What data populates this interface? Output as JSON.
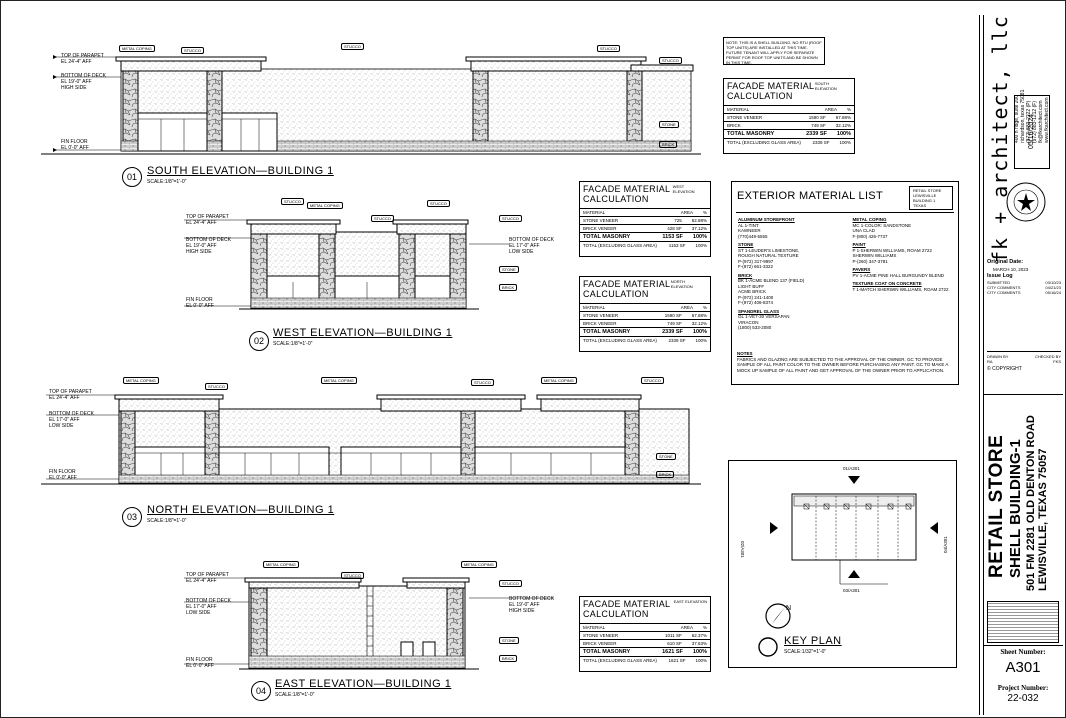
{
  "elevations": [
    {
      "num": "01",
      "title": "SOUTH ELEVATION—BUILDING 1",
      "scale": "SCALE:1/8\"=1'-0\"",
      "labels": {
        "parapet": "TOP OF PARAPET",
        "parapet_el": "EL 24'-4\" AFF",
        "deck": "BOTTOM OF DECK",
        "deck_el": "EL 19'-0\" AFF",
        "deck_note": "HIGH SIDE",
        "floor": "FIN FLOOR",
        "floor_el": "EL 0'-0\" AFF"
      }
    },
    {
      "num": "02",
      "title": "WEST ELEVATION—BUILDING 1",
      "scale": "SCALE:1/8\"=1'-0\"",
      "labels": {
        "parapet": "TOP OF PARAPET",
        "parapet_el": "EL 24'-4\" AFF",
        "deck": "BOTTOM OF DECK",
        "deck_el": "EL 19'-0\" AFF",
        "deck_note": "HIGH SIDE",
        "deck2": "BOTTOM OF DECK",
        "deck2_el": "EL 17'-0\" AFF",
        "deck2_note": "LOW SIDE",
        "floor": "FIN FLOOR",
        "floor_el": "EL 0'-0\" AFF"
      }
    },
    {
      "num": "03",
      "title": "NORTH ELEVATION—BUILDING 1",
      "scale": "SCALE:1/8\"=1'-0\"",
      "labels": {
        "parapet": "TOP OF PARAPET",
        "parapet_el": "EL 24'-4\" AFF",
        "deck": "BOTTOM OF DECK",
        "deck_el": "EL 17'-0\" AFF",
        "deck_note": "LOW SIDE",
        "floor": "FIN FLOOR",
        "floor_el": "EL 0'-0\" AFF"
      }
    },
    {
      "num": "04",
      "title": "EAST ELEVATION—BUILDING 1",
      "scale": "SCALE:1/8\"=1'-0\"",
      "labels": {
        "parapet": "TOP OF PARAPET",
        "parapet_el": "EL 24'-4\" AFF",
        "deck": "BOTTOM OF DECK",
        "deck_el": "EL 17'-0\" AFF",
        "deck_note": "LOW SIDE",
        "deck2": "BOTTOM OF DECK",
        "deck2_el": "EL 19'-0\" AFF",
        "deck2_note": "HIGH SIDE",
        "floor": "FIN FLOOR",
        "floor_el": "EL 0'-0\" AFF"
      }
    }
  ],
  "tags": {
    "metal_coping": "METAL COPING",
    "stucco": "STUCCO",
    "stone": "STONE",
    "brick": "BRICK"
  },
  "shell_note": "NOTE: THIS IS A SHELL BUILDING. NO RTU (ROOF TOP UNITS) ARE INSTALLED AT THIS TIME. FUTURE TENANT WILL APPLY FOR SEPARATE PERMIT FOR ROOF TOP UNITS AND BE SHOWN IN THIS TIME.",
  "facade_tables": [
    {
      "title": "FACADE MATERIAL CALCULATION",
      "tag": "SOUTH ELEVATION",
      "hdr": [
        "MATERIAL",
        "AREA",
        "%"
      ],
      "rows": [
        [
          "STONE VENEER",
          "1590 SF",
          "67.88%"
        ],
        [
          "BRICK",
          "749 SF",
          "32.12%"
        ]
      ],
      "total": [
        "TOTAL MASONRY",
        "2339 SF",
        "100%"
      ],
      "excl": [
        "TOTAL (EXCLUDING GLASS AREA)",
        "2339 SF",
        "100%"
      ]
    },
    {
      "title": "FACADE MATERIAL CALCULATION",
      "tag": "WEST ELEVATION",
      "hdr": [
        "MATERIAL",
        "AREA",
        "%"
      ],
      "rows": [
        [
          "STONE VENEER",
          "725",
          "62.88%"
        ],
        [
          "BRICK VENEER",
          "428 SF",
          "37.12%"
        ]
      ],
      "total": [
        "TOTAL MASONRY",
        "1153 SF",
        "100%"
      ],
      "excl": [
        "TOTAL (EXCLUDING GLASS AREA)",
        "1153 SF",
        "100%"
      ]
    },
    {
      "title": "FACADE MATERIAL CALCULATION",
      "tag": "NORTH ELEVATION",
      "hdr": [
        "MATERIAL",
        "AREA",
        "%"
      ],
      "rows": [
        [
          "STONE VENEER",
          "1590 SF",
          "67.88%"
        ],
        [
          "BRICK VENEER",
          "749 SF",
          "32.12%"
        ]
      ],
      "total": [
        "TOTAL MASONRY",
        "2339 SF",
        "100%"
      ],
      "excl": [
        "TOTAL (EXCLUDING GLASS AREA)",
        "2339 SF",
        "100%"
      ]
    },
    {
      "title": "FACADE MATERIAL CALCULATION",
      "tag": "EAST ELEVATION",
      "hdr": [
        "MATERIAL",
        "AREA",
        "%"
      ],
      "rows": [
        [
          "STONE VENEER",
          "1011 SF",
          "62.37%"
        ],
        [
          "BRICK VENEER",
          "610 SF",
          "37.63%"
        ]
      ],
      "total": [
        "TOTAL MASONRY",
        "1621 SF",
        "100%"
      ],
      "excl": [
        "TOTAL (EXCLUDING GLASS AREA)",
        "1621 SF",
        "100%"
      ]
    }
  ],
  "material_list": {
    "title": "EXTERIOR MATERIAL LIST",
    "stamp": [
      "RETAIL STORE",
      "LEWISVILLE",
      "BUILDING 1",
      "TEXAS"
    ],
    "left": [
      {
        "h": "ALUMINUM STOREFRONT",
        "lines": [
          "AL 1-TINT",
          "KAWNEER",
          "(770)449-5555"
        ]
      },
      {
        "h": "STONE",
        "lines": [
          "ST 1-LEUDER'S LIMESTONE,",
          "ROUGH NATURAL TEXTURE",
          "P-(972) 317-9997",
          "F-(972) 661-3322"
        ]
      },
      {
        "h": "BRICK",
        "lines": [
          "BK 1-ACME BLEND 137 (FIELD)",
          "LIGHT BUFF",
          "ACME BRICK",
          "P-(972) 241-1400",
          "F-(972) 406-8374"
        ]
      },
      {
        "h": "SPANDREL GLASS",
        "lines": [
          "GL 1-VE7-30 VERSAPAN",
          "VIRACON",
          "(1800) 533-2080"
        ]
      }
    ],
    "right": [
      {
        "h": "METAL COPING",
        "lines": [
          "MC 1-COLOR: SANDSTONE",
          "UNA CLAD",
          "F-(800) 426-7737"
        ]
      },
      {
        "h": "PAINT",
        "lines": [
          "P 1-SHERWIN WILLIAMS, ROAM 2722",
          "SHERWIN WILLIAMS",
          "P-(260) 347-3781"
        ]
      },
      {
        "h": "PAVERS",
        "lines": [
          "PV 1-ACME PINE HALL BURGUNDY BLEND"
        ]
      },
      {
        "h": "TEXTURE COAT ON CONCRETE",
        "lines": [
          "T 1-MATCH SHERWIN WILLIAMS, ROAM 2722"
        ]
      }
    ],
    "notes_h": "NOTES",
    "notes": "FABRICS AND GLAZING ARE SUBJECTED TO THE APPROVAL OF THE OWNER. GC TO PROVIDE SAMPLE OF ALL PAINT COLOR TO THE OWNER BEFORE PURCHASING ANY PAINT. GC TO MAKE A MOCK UP SAMPLE OF ALL PAINT AND GET APPROVAL OF THE OWNER PRIOR TO APPLICATION."
  },
  "key_plan": {
    "title": "KEY PLAN",
    "scale": "SCALE:1/32\"=1'-0\"",
    "n": "01/A301",
    "s": "03/A301",
    "e": "04/A301",
    "w": "02/A301"
  },
  "title_block": {
    "firm": "fk + architect, llc",
    "address": [
      "400 n ridge, suite 200",
      "richardson, texas 75081",
      "(972) 883-2222 (P)",
      "(972) 883-1212 (F)",
      "fk@fkarchitect.com",
      "www.fkarchitect.com"
    ],
    "date": "05/16/2024",
    "original_date_h": "Original Date:",
    "original_date": "MARCH 10, 2023",
    "issue_log_h": "Issue Log",
    "issue_log": [
      [
        "SUBMITTED",
        "03/10/23"
      ],
      [
        "CITY COMMENTS",
        "04/21/23"
      ],
      [
        "CITY COMMENTS",
        "05/16/24"
      ]
    ],
    "drawn_h": "DRAWN BY",
    "checked_h": "CHECKED BY",
    "drawn": "RA",
    "checked": "FKS",
    "copyright": "COPYRIGHT",
    "project_title": "RETAIL STORE",
    "project_sub": "SHELL BUILDING-1",
    "project_addr1": "501 FM 2281 OLD DENTON ROAD",
    "project_addr2": "LEWISVILLE, TEXAS 75057",
    "sheet_number_h": "Sheet Number:",
    "sheet_number": "A301",
    "project_number_h": "Project Number:",
    "project_number": "22-032"
  }
}
